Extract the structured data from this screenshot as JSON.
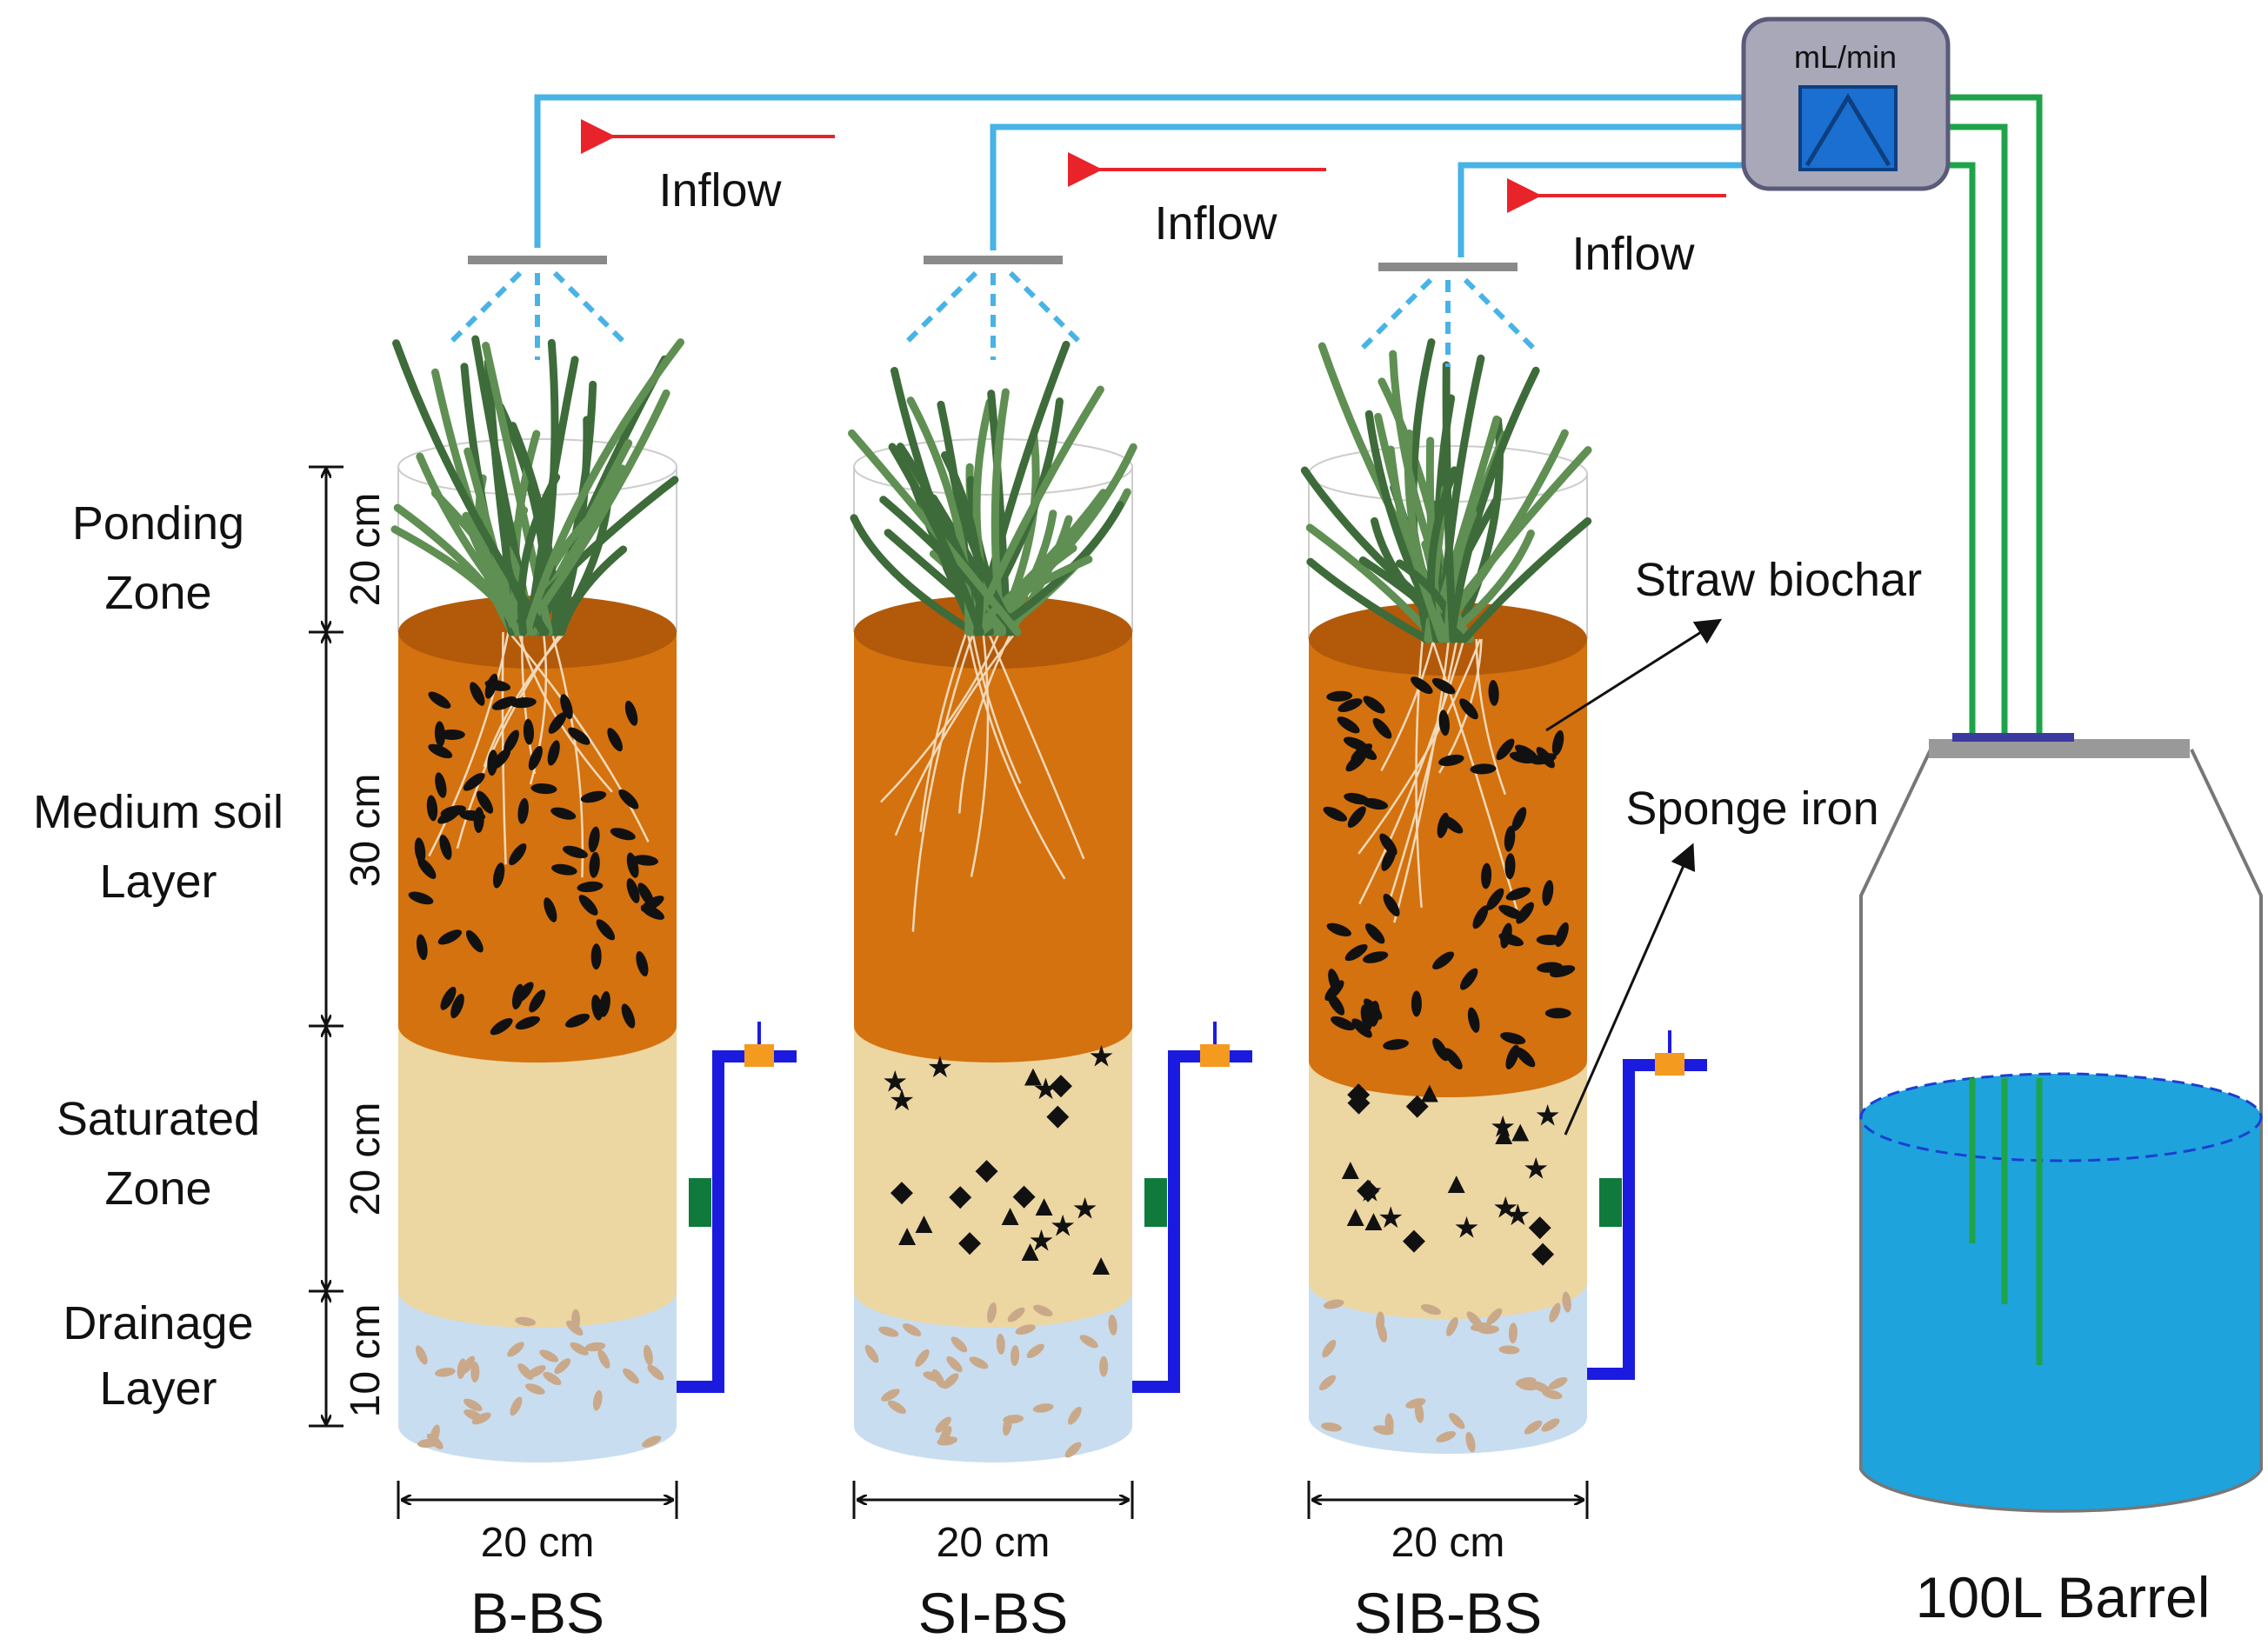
{
  "labels": {
    "inflow": [
      "Inflow",
      "Inflow",
      "Inflow"
    ],
    "pump_unit": "mL/min",
    "straw_biochar": "Straw biochar",
    "sponge_iron": "Sponge iron",
    "barrel": "100L Barrel"
  },
  "zones": [
    {
      "name_line1": "Ponding",
      "name_line2": "Zone",
      "depth": "20 cm"
    },
    {
      "name_line1": "Medium soil",
      "name_line2": "Layer",
      "depth": "30 cm"
    },
    {
      "name_line1": "Saturated",
      "name_line2": "Zone",
      "depth": "20 cm"
    },
    {
      "name_line1": "Drainage",
      "name_line2": "Layer",
      "depth": "10 cm"
    }
  ],
  "columns": [
    {
      "name": "B-BS",
      "diameter": "20 cm",
      "biochar": true,
      "sponge_iron": false
    },
    {
      "name": "SI-BS",
      "diameter": "20 cm",
      "biochar": false,
      "sponge_iron": true
    },
    {
      "name": "SIB-BS",
      "diameter": "20 cm",
      "biochar": true,
      "sponge_iron": true
    }
  ],
  "colors": {
    "inflow_pipe": "#47b3e6",
    "return_pipe": "#1fa34a",
    "arrow": "#e8242a",
    "soil": "#d4720f",
    "soil_top": "#b25a0a",
    "saturated": "#ecd6a2",
    "drainage": "#c9ddf0",
    "water": "#1ea3dd",
    "outlet": "#1b1be0",
    "valve": "#f39a1f",
    "pump_box": "#a8a8b8",
    "pump": "#1a6fd0"
  }
}
